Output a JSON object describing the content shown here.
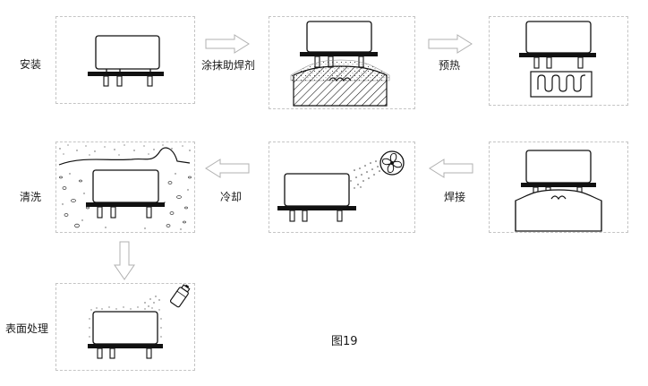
{
  "steps": {
    "install": "安装",
    "flux": "涂抹助焊剂",
    "preheat": "预热",
    "solder": "焊接",
    "cool": "冷却",
    "clean": "清洗",
    "surface": "表面处理"
  },
  "figure_caption": "图19",
  "colors": {
    "line": "#111111",
    "panel_border": "#c4c4c4",
    "arrow": "#b0b0b0"
  }
}
